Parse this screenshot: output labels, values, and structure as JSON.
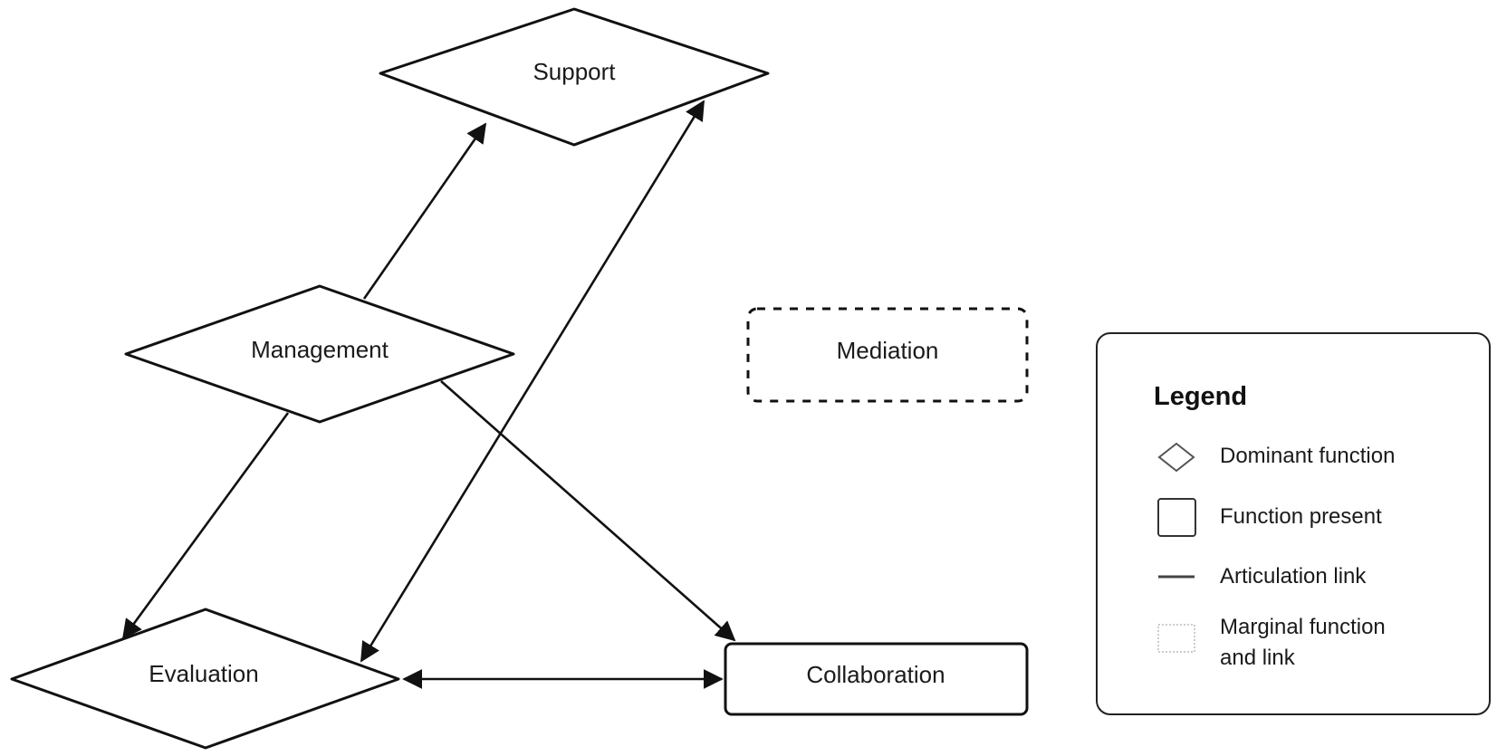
{
  "nodes": {
    "support": "Support",
    "management": "Management",
    "mediation": "Mediation",
    "evaluation": "Evaluation",
    "collaboration": "Collaboration"
  },
  "legend": {
    "title": "Legend",
    "items": [
      {
        "shape": "diamond",
        "label_lines": [
          "Dominant function"
        ]
      },
      {
        "shape": "square",
        "label_lines": [
          "Function present"
        ]
      },
      {
        "shape": "line",
        "label_lines": [
          "Articulation link"
        ]
      },
      {
        "shape": "dotted-square",
        "label_lines": [
          "Marginal function",
          "and link"
        ]
      }
    ]
  },
  "links": [
    {
      "from": "management",
      "to": "support",
      "arrow": "end",
      "style": "solid"
    },
    {
      "from": "evaluation",
      "to": "support",
      "arrow": "both",
      "style": "solid"
    },
    {
      "from": "management",
      "to": "evaluation",
      "arrow": "end",
      "style": "solid"
    },
    {
      "from": "management",
      "to": "collaboration",
      "arrow": "end",
      "style": "solid"
    },
    {
      "from": "evaluation",
      "to": "collaboration",
      "arrow": "both",
      "style": "solid"
    }
  ],
  "colors": {
    "stroke": "#111111",
    "background": "#ffffff",
    "legend_muted": "#777777"
  }
}
